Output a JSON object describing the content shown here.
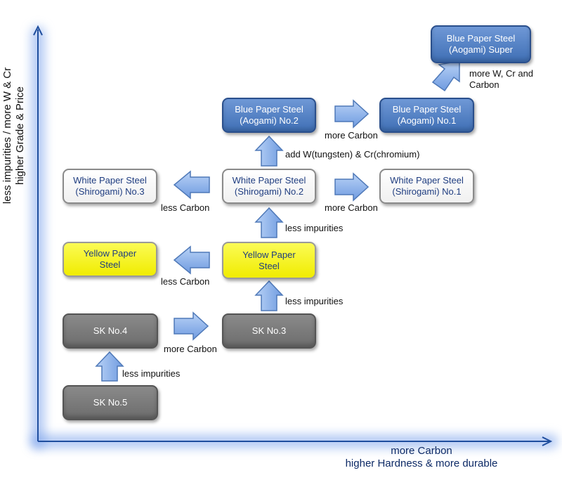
{
  "boxes": {
    "blue_super": [
      "Blue Paper Steel",
      "(Aogami) Super"
    ],
    "blue_no2": [
      "Blue Paper Steel",
      "(Aogami) No.2"
    ],
    "blue_no1": [
      "Blue Paper Steel",
      "(Aogami) No.1"
    ],
    "white_no3": [
      "White Paper Steel",
      "(Shirogami) No.3"
    ],
    "white_no2": [
      "White Paper Steel",
      "(Shirogami) No.2"
    ],
    "white_no1": [
      "White Paper Steel",
      "(Shirogami) No.1"
    ],
    "yellow_left": [
      "Yellow Paper",
      "Steel"
    ],
    "yellow_right": [
      "Yellow Paper",
      "Steel"
    ],
    "sk4": [
      "SK No.4"
    ],
    "sk3": [
      "SK No.3"
    ],
    "sk5": [
      "SK No.5"
    ]
  },
  "labels": {
    "more_w_cr": [
      "more  W, Cr and",
      "Carbon"
    ],
    "more_carbon_blue": "more Carbon",
    "add_w_cr": "add W(tungsten) & Cr(chromium)",
    "less_carbon_white": "less Carbon",
    "more_carbon_white": "more Carbon",
    "less_impurities_white": "less impurities",
    "less_carbon_yellow": "less Carbon",
    "less_impurities_yellow": "less impurities",
    "more_carbon_sk": "more Carbon",
    "less_impurities_sk": "less impurities"
  },
  "axes": {
    "x_title": [
      "more Carbon",
      "higher Hardness & more durable"
    ],
    "y_title": [
      "less  impurities / more W & Cr",
      "higher Grade &  Price"
    ]
  },
  "colors": {
    "blue_box": "#4a7cc2",
    "white_box": "#ffffff",
    "yellow_box": "#f5f21a",
    "gray_box": "#777777",
    "arrow_fill": "#8fb4ea",
    "axis": "#1f4e9e"
  }
}
